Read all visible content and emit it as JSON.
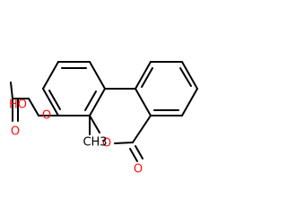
{
  "structure": {
    "atoms": {
      "hydroxyl": {
        "label": "HO",
        "color": "#ff0d0d"
      },
      "carbonyl_oxygen_acid": {
        "label": "O",
        "color": "#ff0d0d"
      },
      "ether_oxygen": {
        "label": "O",
        "color": "#ff0d0d"
      },
      "ring_oxygen": {
        "label": "O",
        "color": "#ff0d0d"
      },
      "lactone_carbonyl_oxygen": {
        "label": "O",
        "color": "#ff0d0d"
      },
      "methyl": {
        "label": "CH3",
        "color": "#000000"
      }
    },
    "bond_color": "#000000"
  }
}
